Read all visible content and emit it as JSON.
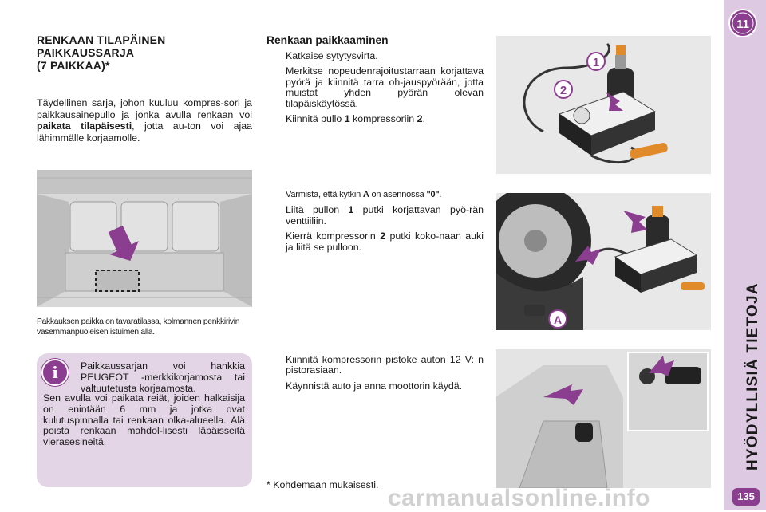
{
  "left": {
    "title_lines": [
      "RENKAAN TILAPÄINEN",
      "PAIKKAUSSARJA",
      "(7 PAIKKAA)*"
    ],
    "intro_before": "Täydellinen sarja, johon kuuluu kompres-sori ja paikkausainepullo ja jonka avulla renkaan voi ",
    "intro_bold": "paikata tilapäisesti",
    "intro_after": ", jotta au-ton voi ajaa lähimmälle korjaamolle.",
    "photo_caption": "Pakkauksen paikka on tavaratilassa, kolmannen penkkirivin vasemmanpuoleisen istuimen alla."
  },
  "info_box": {
    "icon_glyph": "i",
    "p1": "Paikkaussarjan voi hankkia PEUGEOT -merkkikorjamosta tai valtuutetusta korjaamosta.",
    "p2": "Sen avulla voi paikata reiät, joiden halkaisija on enintään 6 mm ja jotka ovat kulutuspinnalla tai renkaan olka-alueella. Älä poista renkaan mahdol-lisesti läpäisseitä vierasesineitä."
  },
  "section": {
    "title": "Renkaan paikkaaminen",
    "bullet_glyph": "",
    "steps1": {
      "s1": "Katkaise sytytysvirta.",
      "s2": "Merkitse nopeudenrajoitustarraan korjattava pyörä ja kiinnitä tarra oh-jauspyörään, jotta muistat yhden pyörän olevan tilapäiskäytössä.",
      "s3_a": "Kiinnitä pullo ",
      "s3_b": "1",
      "s3_c": " kompressoriin ",
      "s3_d": "2",
      "s3_e": "."
    },
    "steps2": {
      "s1_a": "Varmista, että kytkin ",
      "s1_b": "A",
      "s1_c": " on asennossa ",
      "s1_d": "\"0\"",
      "s1_e": ".",
      "s2_a": "Liitä pullon ",
      "s2_b": "1",
      "s2_c": " putki korjattavan pyö-rän venttiiliin.",
      "s3_a": "Kierrä kompressorin ",
      "s3_b": "2",
      "s3_c": " putki koko-naan auki ja liitä se pulloon."
    },
    "steps3": {
      "s1": "Kiinnitä kompressorin pistoke auton 12 V: n pistorasiaan.",
      "s2": "Käynnistä auto ja anna moottorin käydä."
    },
    "footnote": "* Kohdemaan mukaisesti."
  },
  "photo_labels": {
    "bottle": "1",
    "compressor": "2",
    "switch": "A"
  },
  "side": {
    "chapter": "11",
    "title": "HYÖDYLLISIÄ TIETOJA",
    "page_number": "135"
  },
  "watermark": "carmanualsonline.info",
  "colors": {
    "accent": "#8b3d8f",
    "tab_bg": "#ddc9e2",
    "info_bg": "#e3d4e6"
  }
}
